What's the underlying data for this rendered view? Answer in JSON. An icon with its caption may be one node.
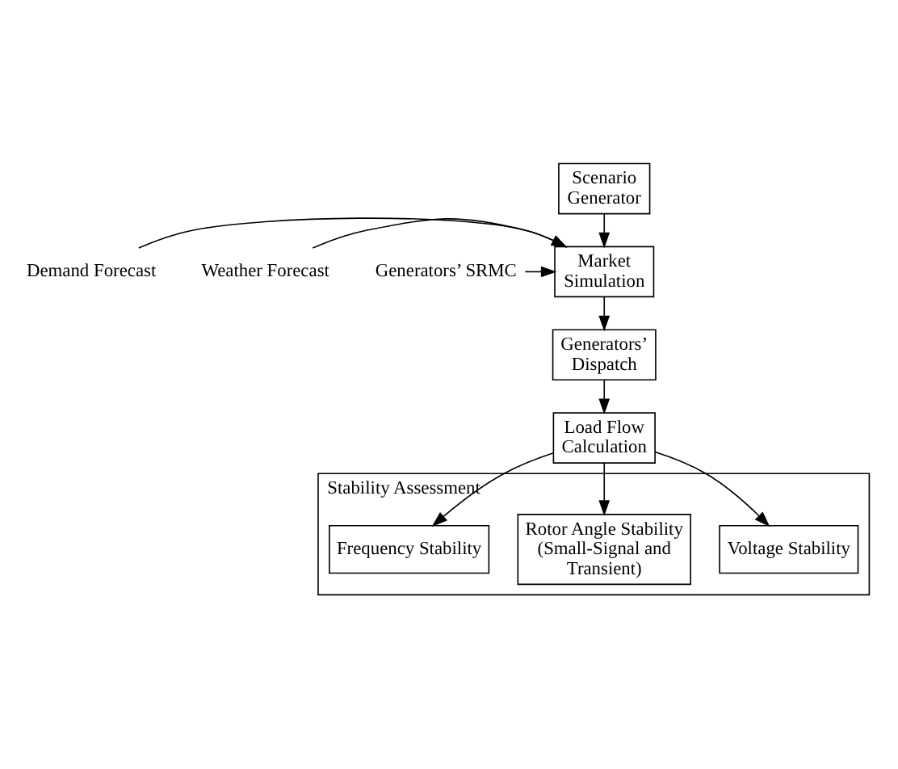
{
  "diagram": {
    "nodes": [
      {
        "text": [
          "Scenario Generator"
        ]
      },
      {
        "text": [
          "Demand Forecast"
        ]
      },
      {
        "text": [
          "Weather Forecast"
        ]
      },
      {
        "text": [
          "Generators’ SRMC"
        ]
      },
      {
        "text": [
          "Market Simulation"
        ]
      },
      {
        "text": [
          "Generators’ Dispatch"
        ]
      },
      {
        "text": [
          "Load Flow Calculation"
        ]
      },
      {
        "text": [
          "Stability Assessment"
        ]
      },
      {
        "text": [
          "Voltage Stability"
        ],
        "in": 7
      },
      {
        "text": [
          "Rotor Angle Stability (Small-Signal and Transient)"
        ],
        "in": 7
      },
      {
        "text": [
          "Frequency Stability"
        ],
        "in": 7
      }
    ],
    "edges": [
      {
        "from": 0,
        "to": 4,
        "arrow": "to"
      },
      {
        "from": 1,
        "to": 4,
        "arrow": "to"
      },
      {
        "from": 2,
        "to": 4,
        "arrow": "to"
      },
      {
        "from": 3,
        "to": 4,
        "arrow": "to"
      },
      {
        "from": 4,
        "to": 5,
        "arrow": "to"
      },
      {
        "from": 5,
        "to": 6,
        "arrow": "to"
      },
      {
        "from": 6,
        "to": 8,
        "arrow": "to"
      },
      {
        "from": 6,
        "to": 9,
        "arrow": "to"
      },
      {
        "from": 6,
        "to": 10,
        "arrow": "to"
      }
    ]
  }
}
